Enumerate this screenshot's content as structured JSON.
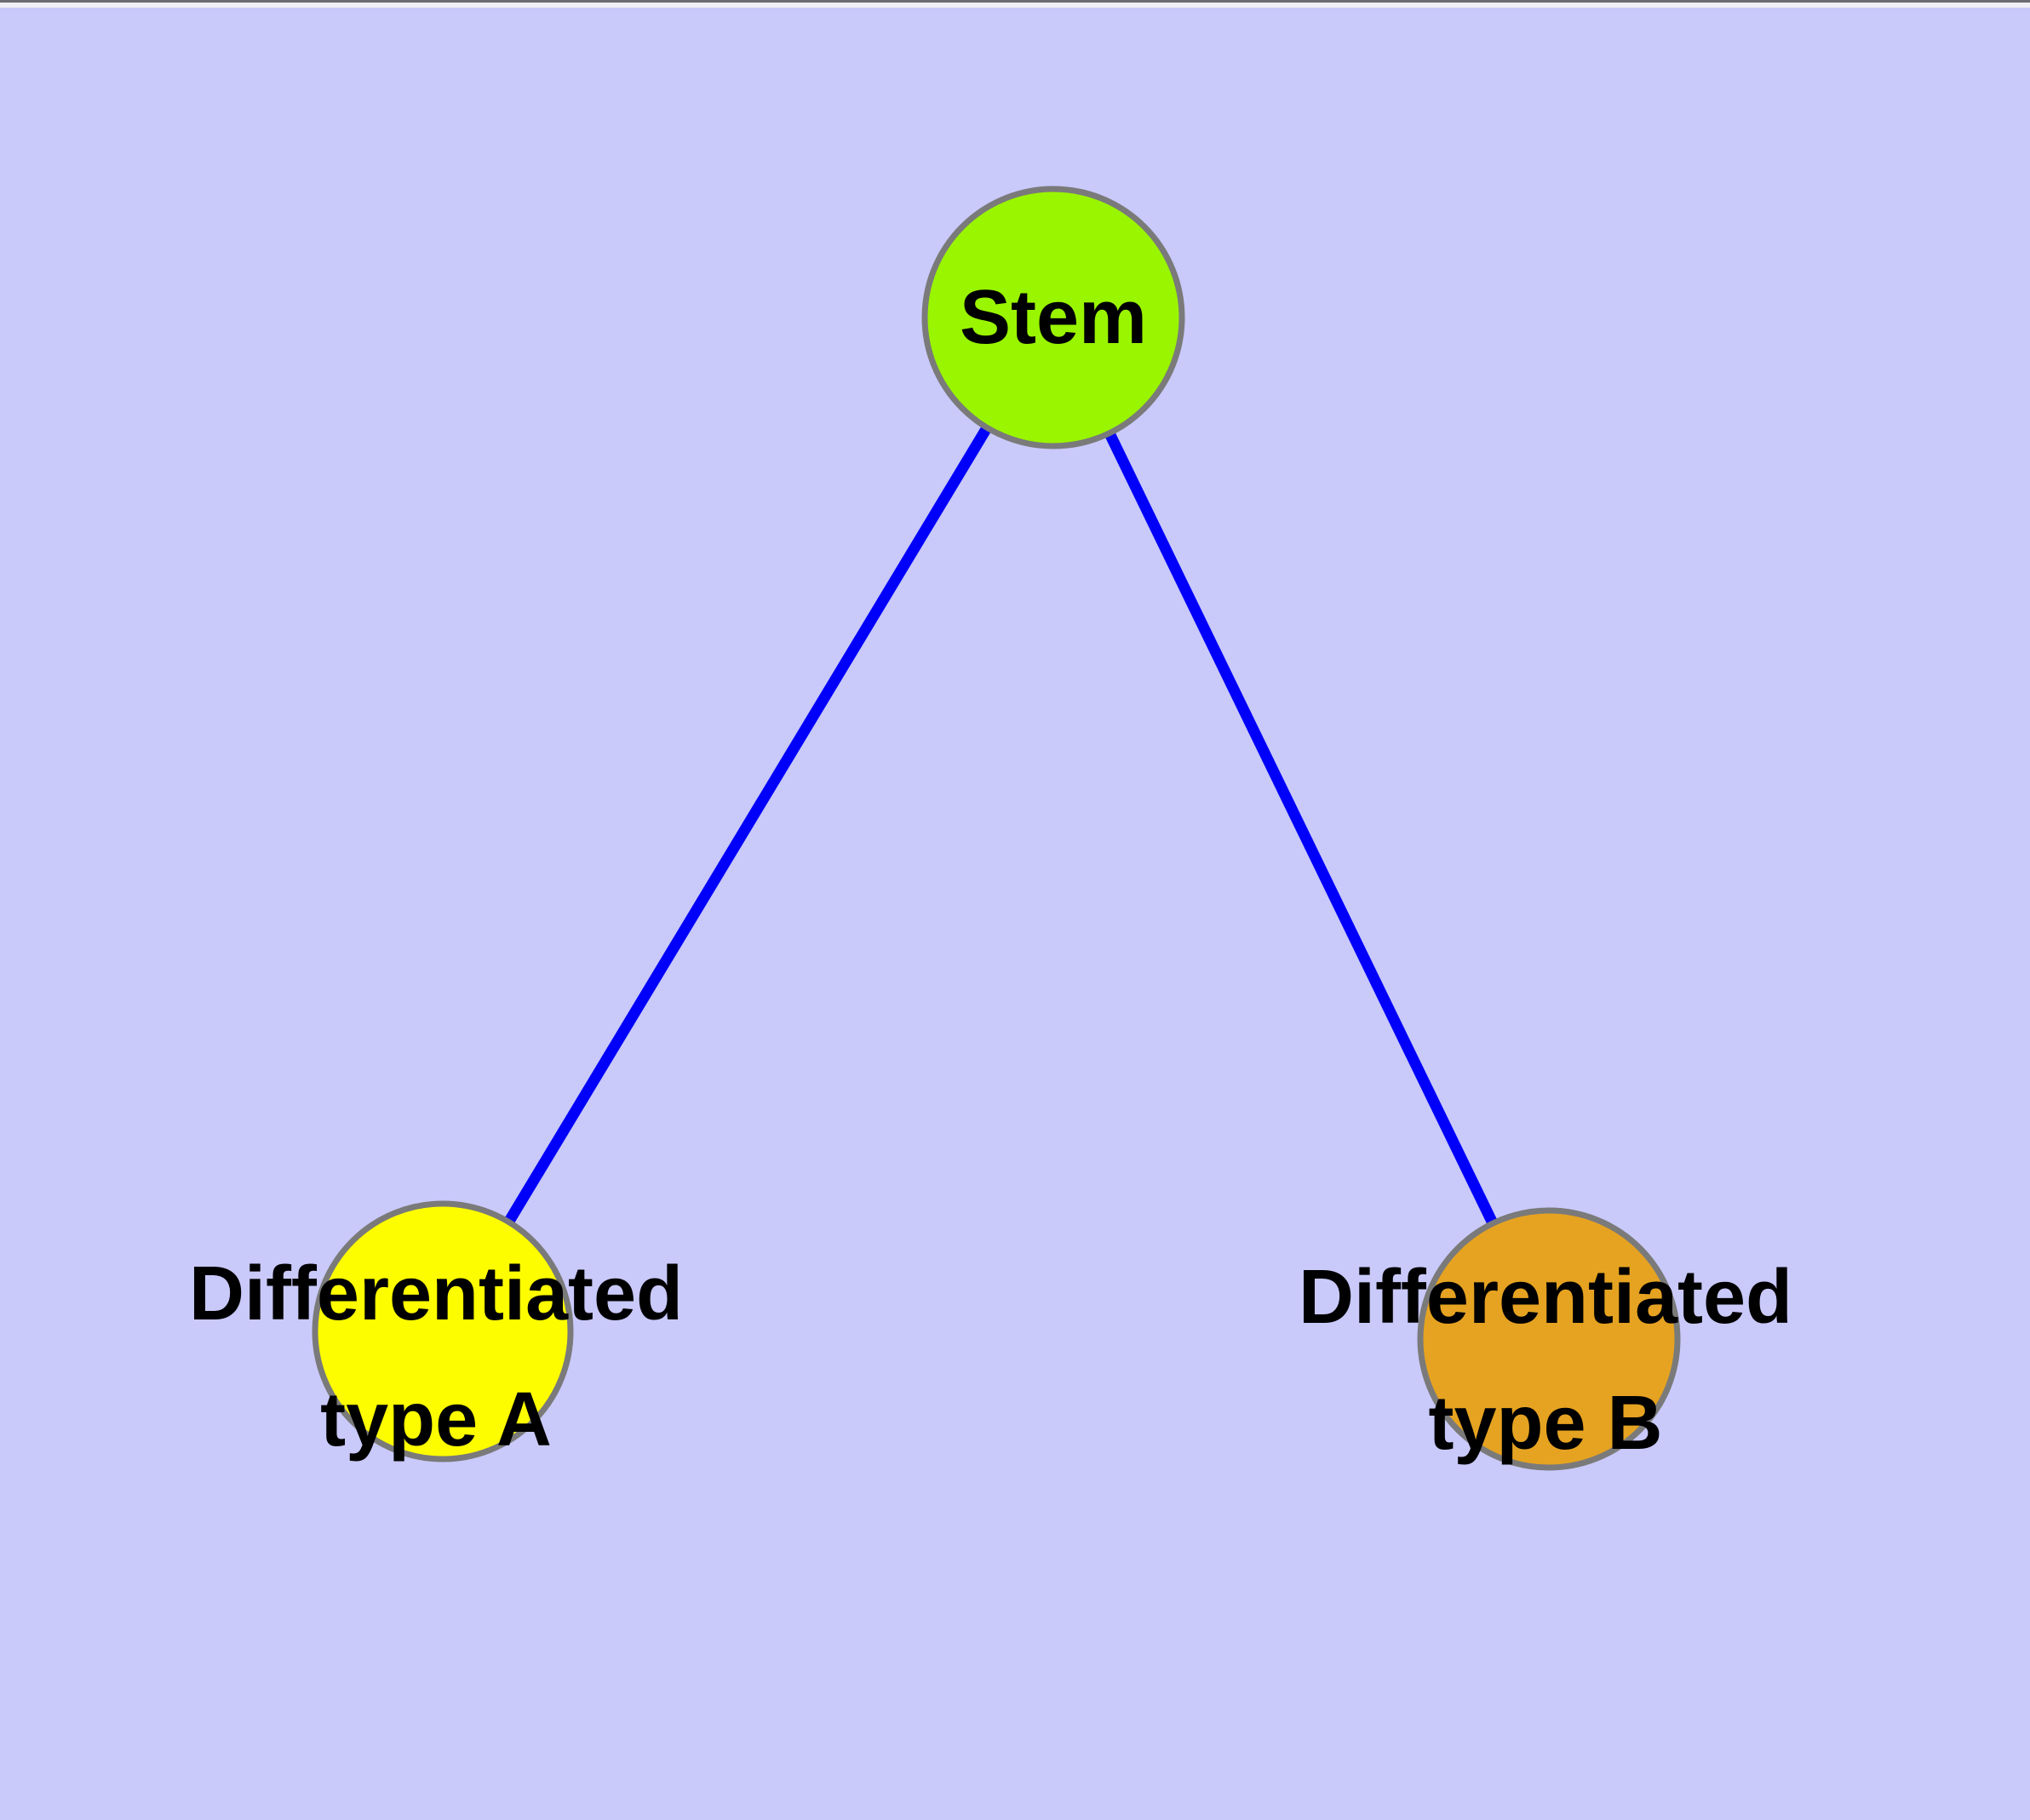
{
  "canvas": {
    "background_color": "#C9C9FA",
    "top_edge_dark_color": "#6B6B70",
    "top_edge_light_color": "#F0F0F6"
  },
  "diagram": {
    "edge_color": "#0000FA",
    "node_border_color": "#7A7A7A",
    "nodes": {
      "stem": {
        "label": "Stem",
        "fill": "#99F500"
      },
      "type_a": {
        "label_lines": [
          "Differentiated",
          "type A"
        ],
        "fill": "#FDFD00"
      },
      "type_b": {
        "label_lines": [
          "Differentiated",
          "type B"
        ],
        "fill": "#E6A321"
      }
    }
  }
}
